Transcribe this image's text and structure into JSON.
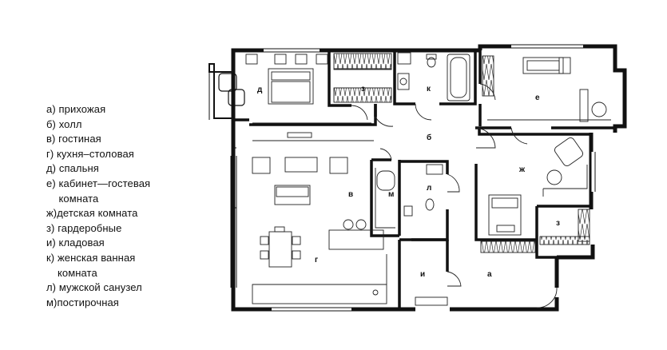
{
  "legend": [
    {
      "key": "а)",
      "text": "прихожая"
    },
    {
      "key": "б)",
      "text": "холл"
    },
    {
      "key": "в)",
      "text": "гостиная"
    },
    {
      "key": "г)",
      "text": "кухня–столовая"
    },
    {
      "key": "д)",
      "text": "спальня"
    },
    {
      "key": "е)",
      "text": "кабинет—гостевая\nкомната"
    },
    {
      "key": "ж)",
      "text": "детская комната"
    },
    {
      "key": "з)",
      "text": "гардеробные"
    },
    {
      "key": "и)",
      "text": "кладовая"
    },
    {
      "key": "к)",
      "text": "женская ванная\nкомната"
    },
    {
      "key": "л)",
      "text": "мужской санузел"
    },
    {
      "key": "м)",
      "text": "постирочная"
    }
  ],
  "rooms": {
    "a": "а",
    "b": "б",
    "v": "в",
    "g": "г",
    "d": "д",
    "e": "е",
    "zh": "ж",
    "z1": "з",
    "z2": "з",
    "i": "и",
    "k": "к",
    "l": "л",
    "m": "м"
  },
  "colors": {
    "wall": "#111111",
    "line": "#333333",
    "background": "#ffffff"
  }
}
